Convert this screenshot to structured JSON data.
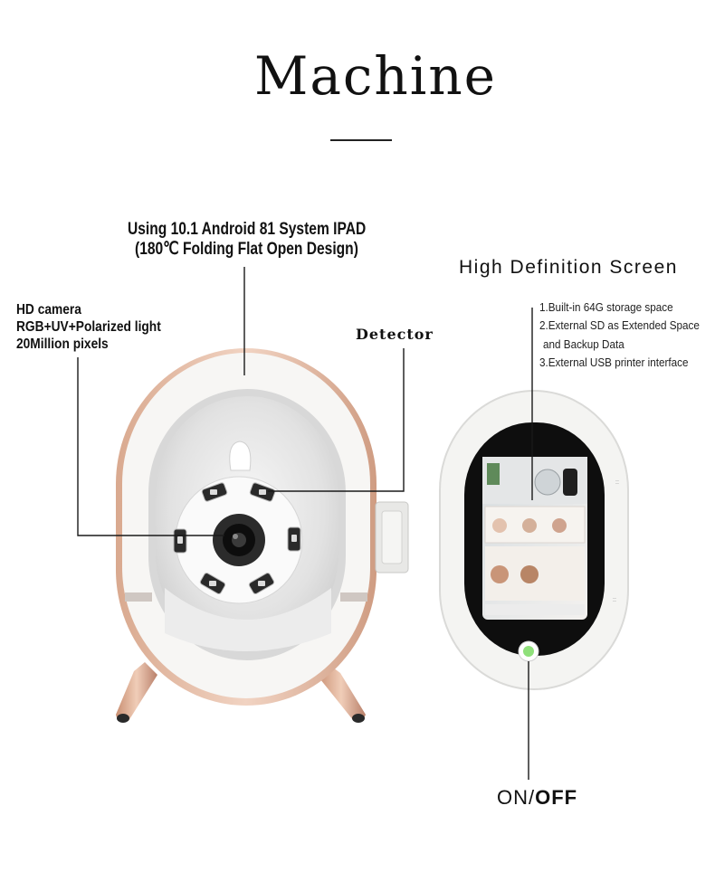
{
  "title": "Machine",
  "labels": {
    "ipad_line1": "Using 10.1 Android 81 System IPAD",
    "ipad_line2": "(180℃ Folding Flat Open Design)",
    "camera_line1": "HD camera",
    "camera_line2": "RGB+UV+Polarized light",
    "camera_line3": "20Million pixels",
    "detector": "Detector",
    "screen_title": "High Definition Screen",
    "spec1": "1.Built-in 64G storage space",
    "spec2": "2.External SD as Extended Space",
    "spec3": "and Backup Data",
    "spec4": "3.External USB printer interface",
    "on": "ON/",
    "off": "OFF"
  },
  "colors": {
    "rose_gold": "#e6b9a0",
    "body_white": "#f6f6f4",
    "inner_gray": "#e4e4e4",
    "screen_black": "#0e0e0e",
    "power_green": "#8fe07a"
  }
}
